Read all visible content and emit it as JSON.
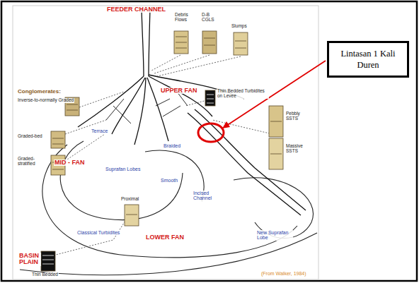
{
  "diagram": {
    "nodes": [
      {
        "text": [
          "Lintasan 1 Kali Duren"
        ]
      }
    ],
    "labels": [
      "FEEDER CHANNEL",
      "Debris Flows",
      "D-B CGLS",
      "Slumps",
      "Conglomerates:",
      "Inverse-to-normally Graded",
      "Graded-bed",
      "Graded-stratified",
      "Terrace",
      "UPPER FAN",
      "Thin Bedded Turbidites on Levee",
      "Pebbly SSTS",
      "Massive SSTS",
      "Braided",
      "MID - FAN",
      "Suprafan Lobes",
      "Smooth",
      "Proximal",
      "Incised Channel",
      "Classical Turbidites",
      "LOWER FAN",
      "New Suprafan Lobe",
      "BASIN PLAIN",
      "Thin Bedded",
      "(From Walker, 1984)"
    ]
  }
}
